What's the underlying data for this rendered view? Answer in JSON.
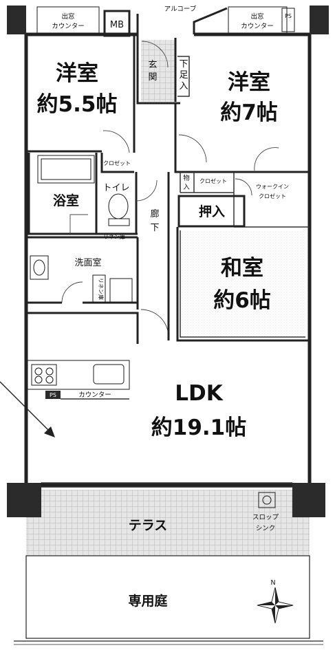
{
  "rooms": {
    "western_room_1": {
      "name": "洋室",
      "size": "約5.5帖"
    },
    "western_room_2": {
      "name": "洋室",
      "size": "約7帖"
    },
    "japanese_room": {
      "name": "和室",
      "size": "約6帖"
    },
    "ldk": {
      "name": "LDK",
      "size": "約19.1帖"
    },
    "bathroom": "浴室",
    "toilet": "トイレ",
    "washroom": "洗面室",
    "corridor_1": "廊",
    "corridor_2": "下",
    "entrance_1": "玄",
    "entrance_2": "関",
    "shoebox_1": "下",
    "shoebox_2": "足",
    "shoebox_3": "入",
    "oshiire": "押入",
    "terrace": "テラス",
    "private_garden": "専用庭"
  },
  "labels": {
    "alcove": "アルコーブ",
    "bay_counter_left_1": "出窓",
    "bay_counter_left_2": "カウンター",
    "bay_counter_right_1": "出窓",
    "bay_counter_right_2": "カウンター",
    "mb": "MB",
    "ps_top": "PS",
    "ps_kitchen": "PS",
    "counter": "カウンター",
    "closet_1": "クロゼット",
    "closet_2": "クロゼット",
    "storage_1": "物",
    "storage_2": "入",
    "walkin_1": "ウォークイン",
    "walkin_2": "クロゼット",
    "linen_1": "リネン庫",
    "linen_2": "リネン庫",
    "slop_sink_1": "スロップ",
    "slop_sink_2": "シンク",
    "north": "N"
  }
}
